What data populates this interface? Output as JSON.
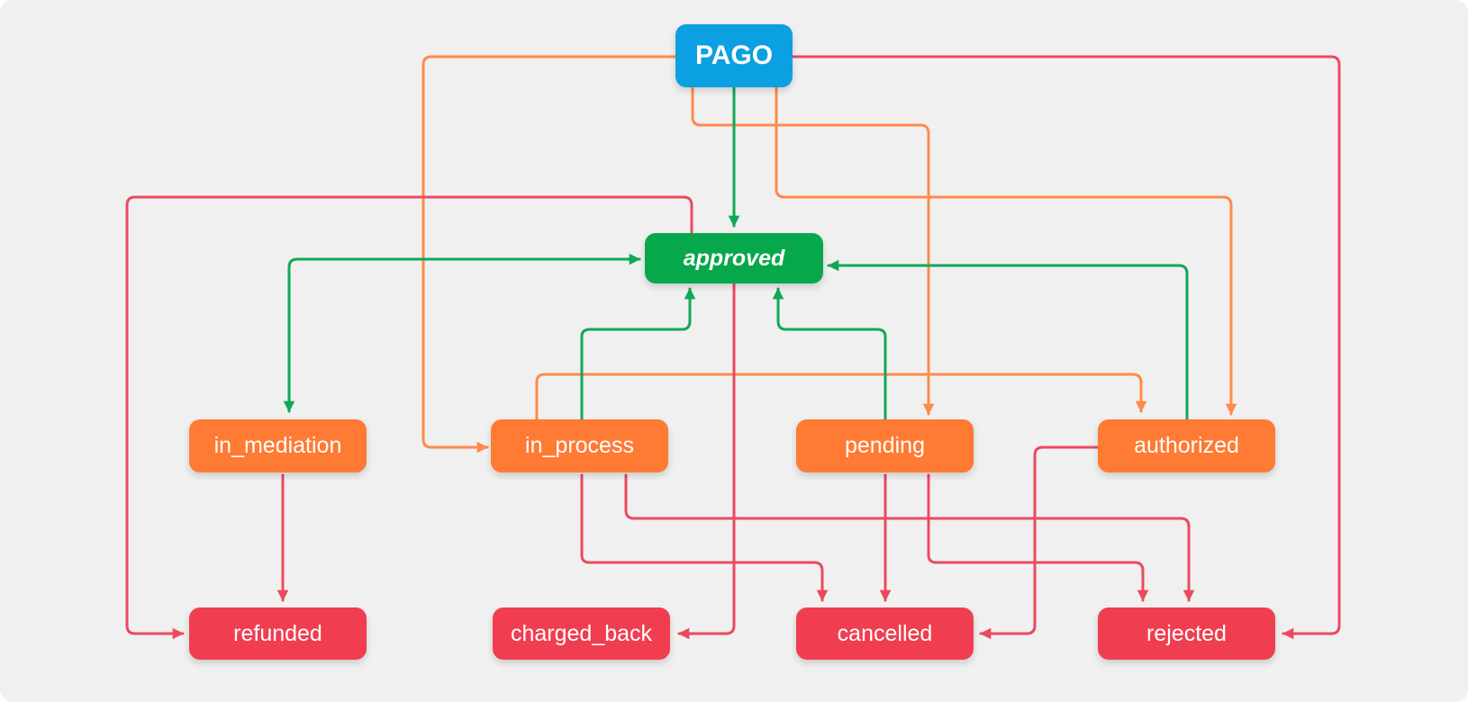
{
  "diagram": {
    "colors": {
      "background": "#f0f0f0",
      "source": "#0aa0e2",
      "approved": "#07a84c",
      "intermediate": "#ff7a33",
      "final": "#f03e50",
      "edge_orange": "#ff8a4a",
      "edge_green": "#10a858",
      "edge_red": "#eb4a5e"
    },
    "nodes": {
      "pago": "PAGO",
      "approved": "approved",
      "in_mediation": "in_mediation",
      "in_process": "in_process",
      "pending": "pending",
      "authorized": "authorized",
      "refunded": "refunded",
      "charged_back": "charged_back",
      "cancelled": "cancelled",
      "rejected": "rejected"
    },
    "edges": [
      {
        "from": "PAGO",
        "to": "approved",
        "color": "green"
      },
      {
        "from": "PAGO",
        "to": "in_process",
        "color": "orange"
      },
      {
        "from": "PAGO",
        "to": "pending",
        "color": "orange"
      },
      {
        "from": "PAGO",
        "to": "authorized",
        "color": "orange"
      },
      {
        "from": "PAGO",
        "to": "rejected",
        "color": "red"
      },
      {
        "from": "approved",
        "to": "in_mediation",
        "color": "green"
      },
      {
        "from": "approved",
        "to": "refunded",
        "color": "red"
      },
      {
        "from": "approved",
        "to": "charged_back",
        "color": "red"
      },
      {
        "from": "in_process",
        "to": "approved",
        "color": "green"
      },
      {
        "from": "in_process",
        "to": "authorized",
        "color": "orange"
      },
      {
        "from": "in_process",
        "to": "cancelled",
        "color": "red"
      },
      {
        "from": "in_process",
        "to": "rejected",
        "color": "red"
      },
      {
        "from": "pending",
        "to": "approved",
        "color": "green"
      },
      {
        "from": "pending",
        "to": "cancelled",
        "color": "red"
      },
      {
        "from": "pending",
        "to": "rejected",
        "color": "red"
      },
      {
        "from": "authorized",
        "to": "approved",
        "color": "green"
      },
      {
        "from": "authorized",
        "to": "cancelled",
        "color": "red"
      },
      {
        "from": "in_mediation",
        "to": "refunded",
        "color": "red"
      }
    ]
  }
}
